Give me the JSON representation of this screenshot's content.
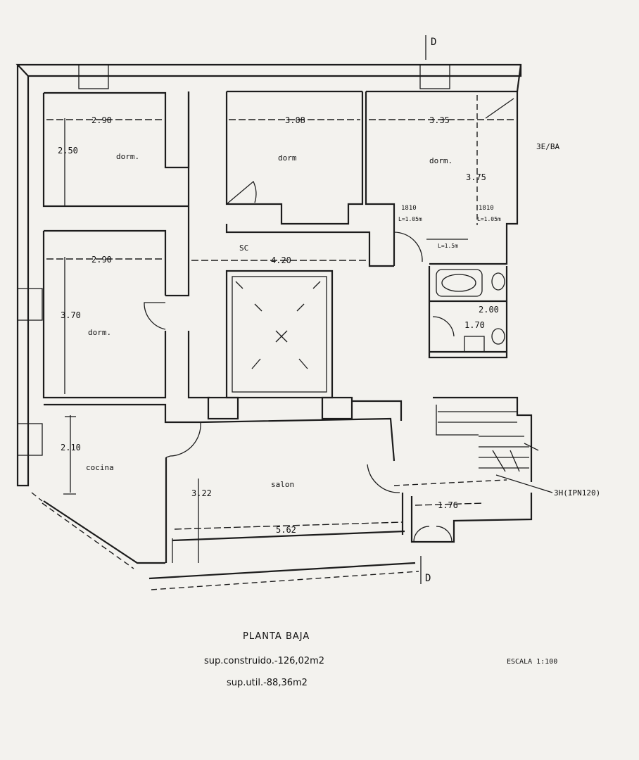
{
  "rooms": {
    "dorm_1": "dorm.",
    "dorm_2": "dorm",
    "dorm_3": "dorm.",
    "dorm_4": "dorm.",
    "cocina": "cocina",
    "salon": "salon"
  },
  "dimensions": {
    "d1_width": "2.90",
    "d1_depth": "2.50",
    "d2_width": "3.08",
    "d3_width": "3.35",
    "d3_depth": "3.75",
    "d4_width": "2.90",
    "d4_depth": "3.70",
    "corridor": "4.20",
    "cocina_depth": "2.10",
    "salon_depth": "3.22",
    "salon_width": "5.62",
    "bath_width_top": "2.00",
    "bath_width_bottom": "1.70",
    "entry_width": "1.76"
  },
  "annotations": {
    "sc": "SC",
    "se_ba": "3E/BA",
    "sh": "3H(IPN120)",
    "door_1": "1810",
    "door_1_sub": "L=1.05m",
    "door_2": "1810",
    "door_2_sub": "L=1.05m",
    "door_3": "L=1.5m",
    "section_top": "D",
    "section_bottom": "D"
  },
  "footer": {
    "title": "PLANTA BAJA",
    "sup_construido": "sup.construido.-126,02m2",
    "sup_util": "sup.util.-88,36m2",
    "escala": "ESCALA 1:100"
  }
}
